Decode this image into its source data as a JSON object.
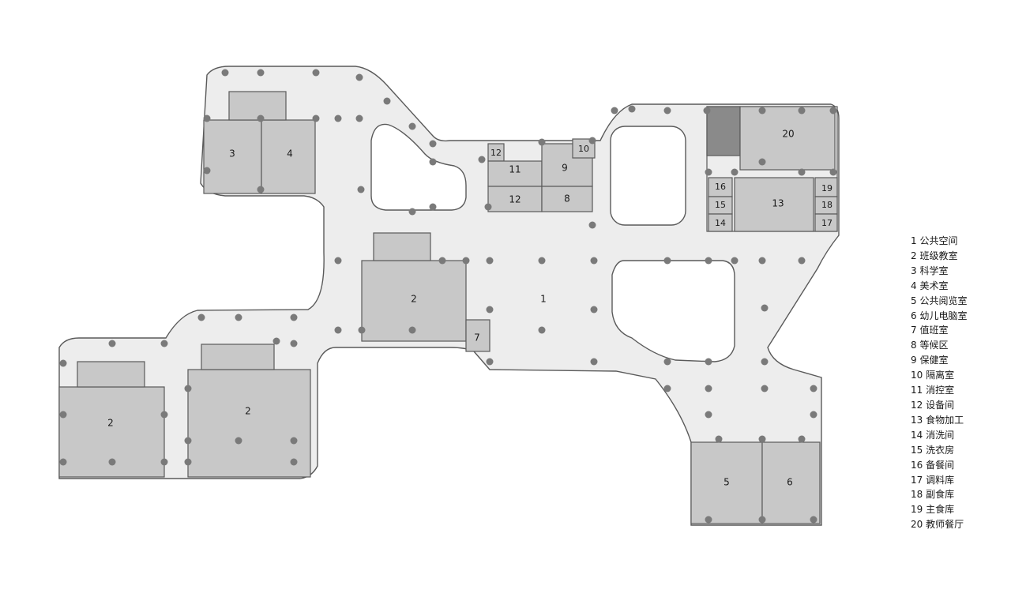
{
  "rooms": {
    "r1": "1",
    "r2a": "2",
    "r2b": "2",
    "r2c": "2",
    "r3": "3",
    "r4": "4",
    "r5": "5",
    "r6": "6",
    "r7": "7",
    "r8": "8",
    "r9": "9",
    "r10": "10",
    "r11": "11",
    "r12a": "12",
    "r12b": "12",
    "r13": "13",
    "r14": "14",
    "r15": "15",
    "r16": "16",
    "r17": "17",
    "r18": "18",
    "r19": "19",
    "r20": "20"
  },
  "legend": [
    "1 公共空间",
    "2 班级教室",
    "3 科学室",
    "4 美术室",
    "5 公共阅览室",
    "6 幼儿电脑室",
    "7 值班室",
    "8 等候区",
    "9 保健室",
    "10 隔离室",
    "11 消控室",
    "12 设备间",
    "13 食物加工",
    "14 消洗间",
    "15 洗衣房",
    "16 备餐间",
    "17 调料库",
    "18 副食库",
    "19 主食库",
    "20 教师餐厅"
  ],
  "colors": {
    "corridor": "#ededed",
    "room": "#c8c8c8",
    "service": "#8a8a8a",
    "wall": "#5a5a5a",
    "column": "#7a7a7a"
  }
}
